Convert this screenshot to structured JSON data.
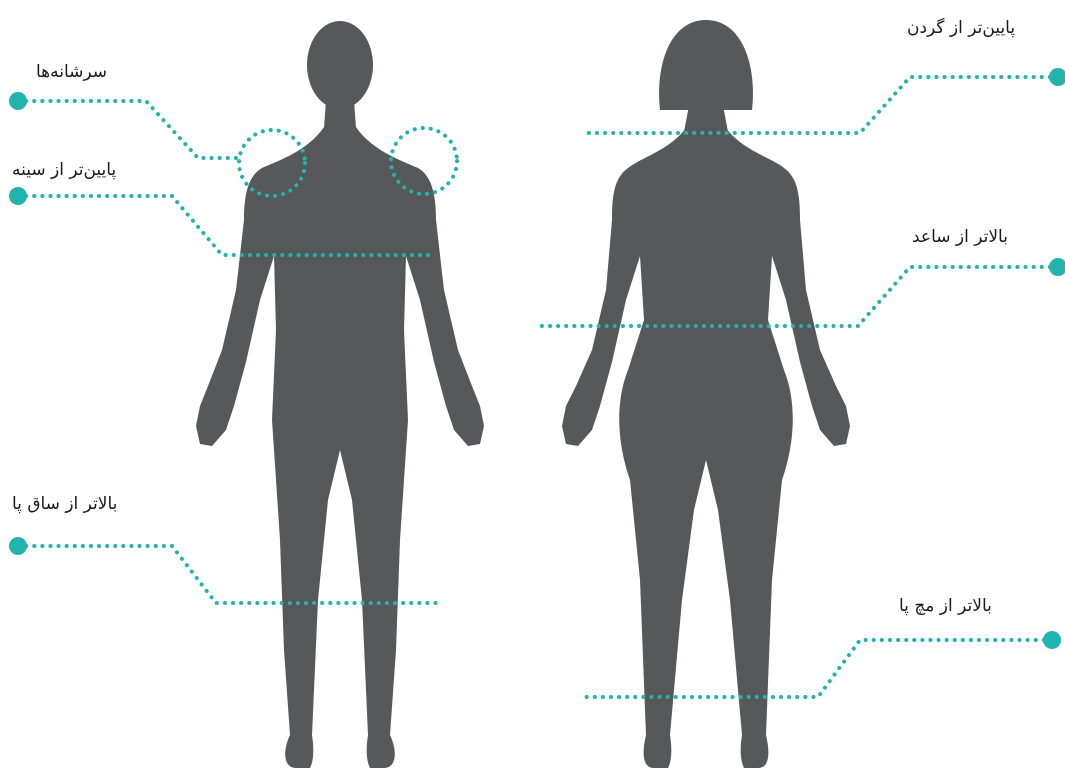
{
  "colors": {
    "silhouette": "#57585a",
    "accent": "#22b3ad",
    "text": "#1a1a1a",
    "background": "#ffffff"
  },
  "figures": [
    {
      "name": "male-front",
      "view": "front"
    },
    {
      "name": "female-back",
      "view": "back"
    }
  ],
  "labels": {
    "shoulders": "سرشانه‌ها",
    "below_chest": "پایین‌تر از سینه",
    "above_calf": "بالاتر از ساق پا",
    "below_neck": "پایین‌تر از گردن",
    "above_forearm": "بالاتر از ساعد",
    "above_ankle": "بالاتر از مچ پا"
  }
}
